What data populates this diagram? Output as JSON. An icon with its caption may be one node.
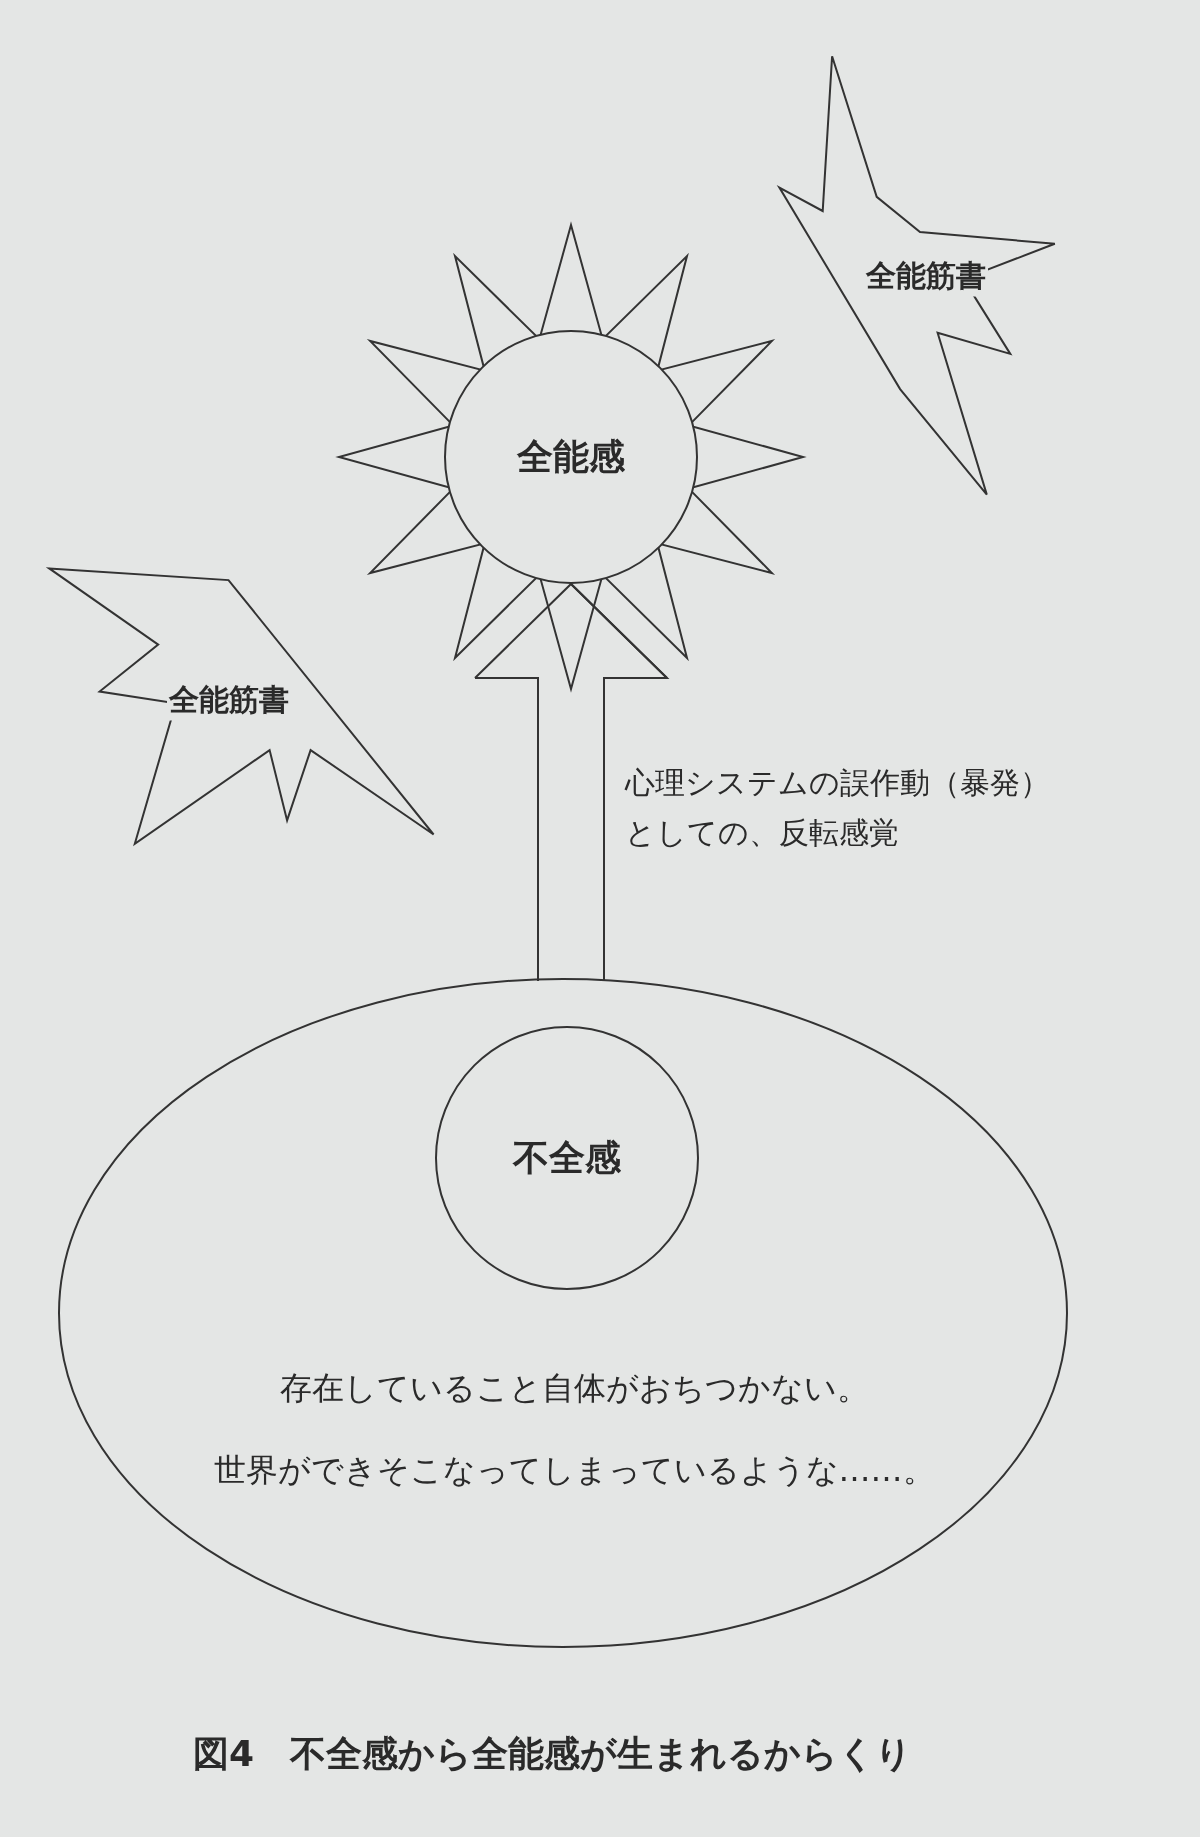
{
  "diagram": {
    "caption": "図4　不全感から全能感が生まれるからくり",
    "nodes": [
      {
        "text": [
          "全能感"
        ]
      },
      {
        "text": [
          "全能筋書"
        ]
      },
      {
        "text": [
          "全能筋書"
        ]
      },
      {
        "text": [
          "存在していること自体がおちつかない。",
          "世界ができそこなってしまっているような……。"
        ]
      },
      {
        "text": [
          "不全感"
        ],
        "in": 3
      }
    ],
    "edges": [
      {
        "from": 3,
        "to": 0,
        "arrow": "to",
        "label": "心理システムの誤作動（暴発）としての、反転感覚"
      }
    ]
  }
}
